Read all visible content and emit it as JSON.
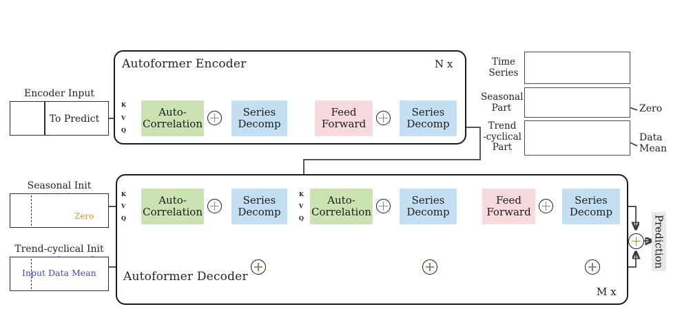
{
  "encoder": {
    "title": "Autoformer Encoder",
    "repeat": "N x",
    "blocks": [
      {
        "name": "auto-correlation",
        "line1": "Auto-",
        "line2": "Correlation",
        "color": "#cbe3b2"
      },
      {
        "name": "series-decomp-1",
        "line1": "Series",
        "line2": "Decomp",
        "color": "#c3dff1"
      },
      {
        "name": "feed-forward",
        "line1": "Feed",
        "line2": "Forward",
        "color": "#f7dade"
      },
      {
        "name": "series-decomp-2",
        "line1": "Series",
        "line2": "Decomp",
        "color": "#c3dff1"
      }
    ],
    "kvq": [
      "K",
      "V",
      "Q"
    ]
  },
  "decoder": {
    "title": "Autoformer Decoder",
    "repeat": "M x",
    "blocks": [
      {
        "name": "auto-correlation-1",
        "line1": "Auto-",
        "line2": "Correlation",
        "color": "#cbe3b2"
      },
      {
        "name": "series-decomp-1",
        "line1": "Series",
        "line2": "Decomp",
        "color": "#c3dff1"
      },
      {
        "name": "auto-correlation-2",
        "line1": "Auto-",
        "line2": "Correlation",
        "color": "#cbe3b2"
      },
      {
        "name": "series-decomp-2",
        "line1": "Series",
        "line2": "Decomp",
        "color": "#c3dff1"
      },
      {
        "name": "feed-forward",
        "line1": "Feed",
        "line2": "Forward",
        "color": "#f7dade"
      },
      {
        "name": "series-decomp-3",
        "line1": "Series",
        "line2": "Decomp",
        "color": "#c3dff1"
      }
    ],
    "kvq": [
      "K",
      "V",
      "Q"
    ]
  },
  "inputs": {
    "encoder_input": {
      "label": "Encoder Input",
      "box_text": "To Predict"
    },
    "seasonal_init": {
      "label": "Seasonal Init",
      "inline_tag": "Zero"
    },
    "trend_init": {
      "label": "Trend-cyclical Init",
      "inline_tag": "Input Data Mean"
    }
  },
  "output": {
    "prediction_label": "Prediction"
  },
  "legend_panels": [
    {
      "name": "time-series",
      "label_line1": "Time",
      "label_line2": "Series",
      "annotation": ""
    },
    {
      "name": "seasonal-part",
      "label_line1": "Seasonal",
      "label_line2": "Part",
      "annotation": "Zero"
    },
    {
      "name": "trend-cyclical-part",
      "label_line1": "Trend",
      "label_line2": "-cyclical",
      "label_line3": "Part",
      "annotation_line1": "Data",
      "annotation_line2": "Mean"
    }
  ],
  "colors": {
    "auto_correlation": "#cbe3b2",
    "series_decomp": "#c3dff1",
    "feed_forward": "#f7dade",
    "seasonal": "#f5a02a",
    "trend": "#3b46c4",
    "outline": "#1a1a1a",
    "prediction_bg": "#e9e9e9"
  }
}
